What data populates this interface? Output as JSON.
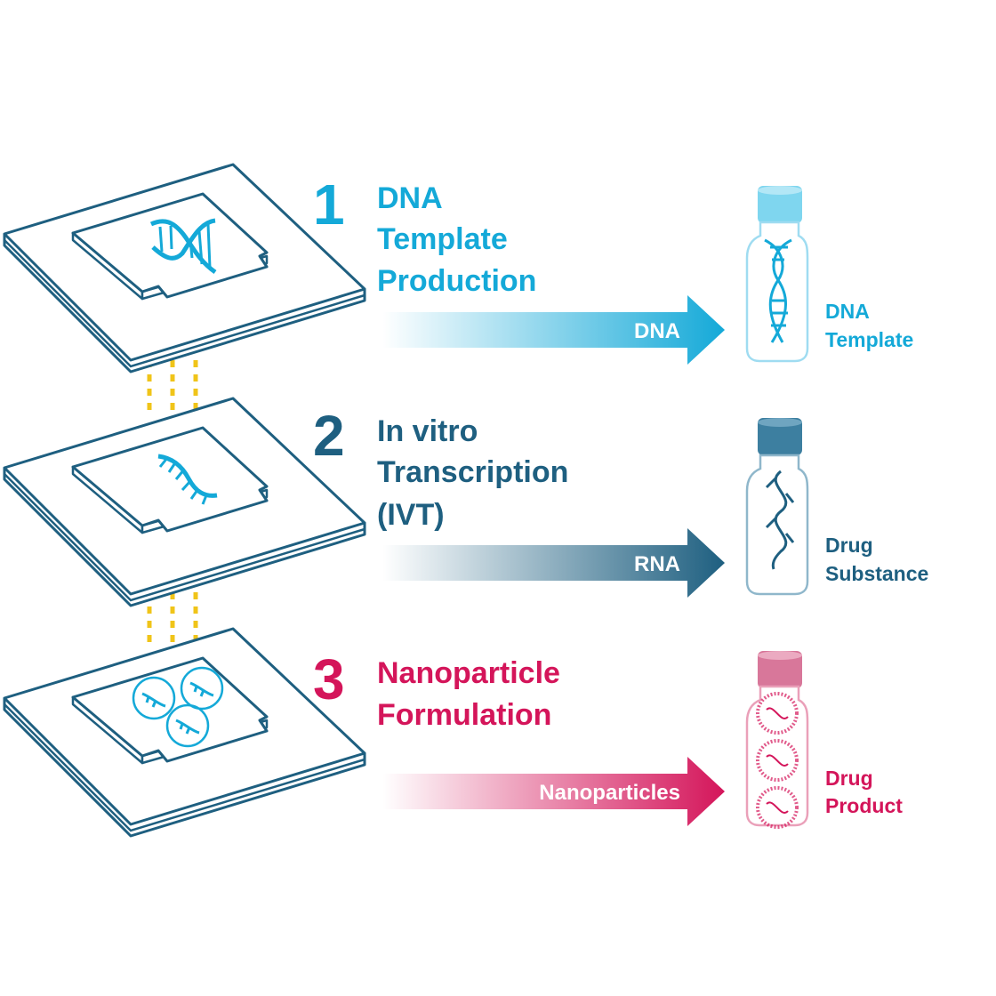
{
  "colors": {
    "step1": "#14a9d8",
    "step2": "#1e5f80",
    "step3": "#d4155a",
    "outline": "#1e5f80",
    "connector": "#f0c419"
  },
  "steps": [
    {
      "number": "1",
      "title_lines": [
        "DNA",
        "Template",
        "Production"
      ],
      "arrow_label": "DNA",
      "product_lines": [
        "DNA",
        "Template"
      ],
      "chip_icon": "dna-helix-icon",
      "vial_icon": "dna-vial-icon"
    },
    {
      "number": "2",
      "title_lines": [
        "In vitro",
        "Transcription",
        "(IVT)"
      ],
      "arrow_label": "RNA",
      "product_lines": [
        "Drug",
        "Substance"
      ],
      "chip_icon": "rna-strand-icon",
      "vial_icon": "rna-vial-icon"
    },
    {
      "number": "3",
      "title_lines": [
        "Nanoparticle",
        "Formulation"
      ],
      "arrow_label": "Nanoparticles",
      "product_lines": [
        "Drug",
        "Product"
      ],
      "chip_icon": "nanoparticle-icon",
      "vial_icon": "nanoparticle-vial-icon"
    }
  ]
}
